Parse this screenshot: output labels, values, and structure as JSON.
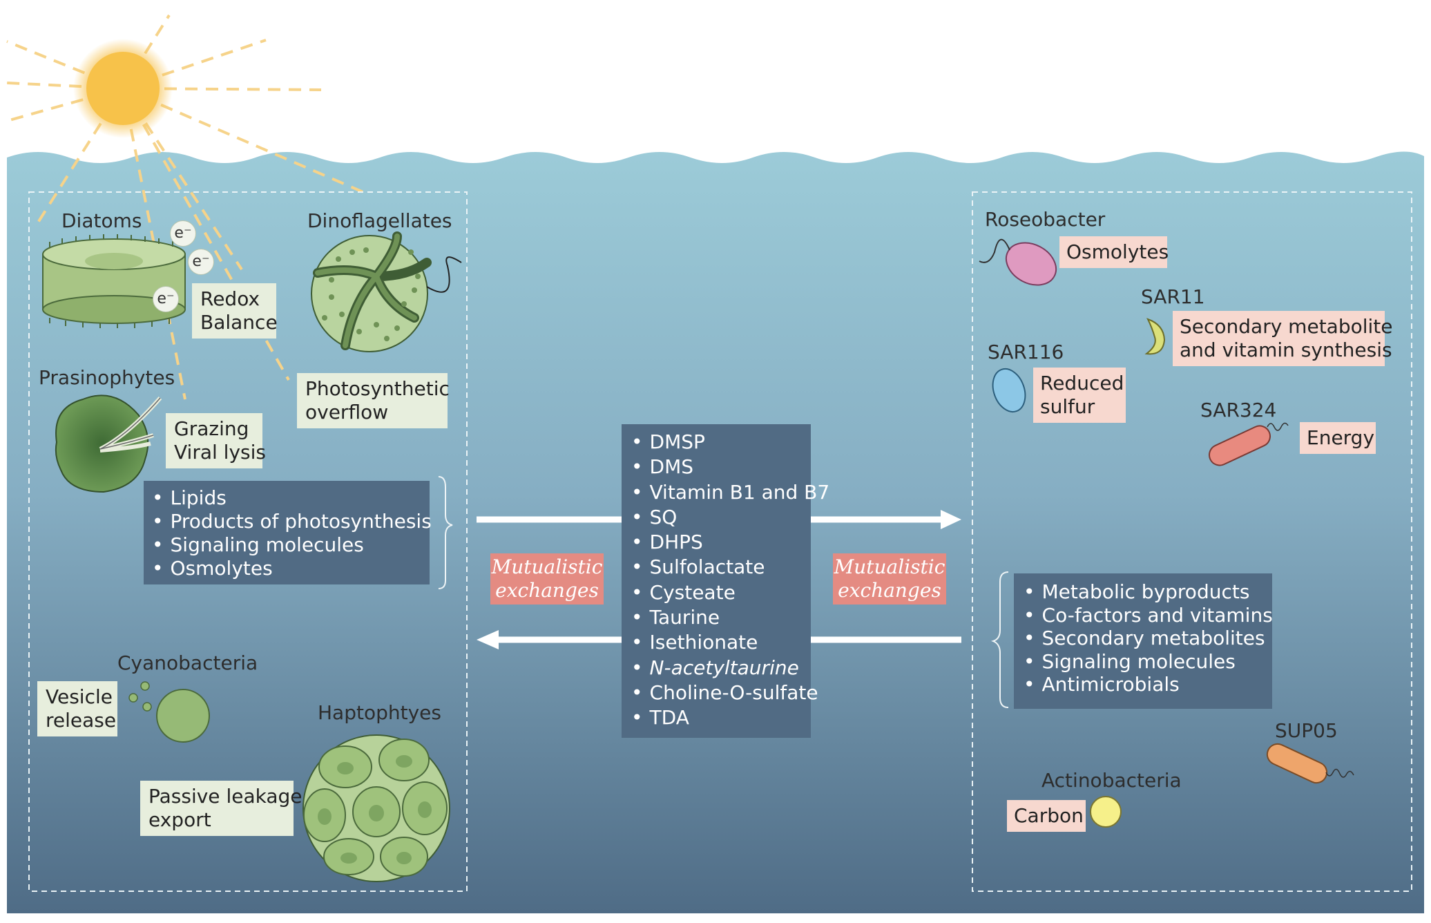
{
  "producers": {
    "diatoms": "Diatoms",
    "dinoflagellates": "Dinoflagellates",
    "prasinophytes": "Prasinophytes",
    "cyanobacteria": "Cyanobacteria",
    "haptophytes": "Haptophtyes",
    "electron": "e⁻"
  },
  "mechanisms": {
    "redox_balance": [
      "Redox",
      "Balance"
    ],
    "photosynthetic_overflow": [
      "Photosynthetic",
      "overflow"
    ],
    "grazing_viral_lysis": [
      "Grazing",
      "Viral lysis"
    ],
    "vesicle_release": [
      "Vesicle",
      "release"
    ],
    "passive_leakage": [
      "Passive leakage",
      "export"
    ]
  },
  "producer_products": [
    "Lipids",
    "Products of photosynthesis",
    "Signaling molecules",
    "Osmolytes"
  ],
  "exchange": {
    "label_left": [
      "Mutualistic",
      "exchanges"
    ],
    "label_right": [
      "Mutualistic",
      "exchanges"
    ],
    "compounds": [
      "DMSP",
      "DMS",
      "Vitamin B1 and B7",
      "SQ",
      "DHPS",
      "Sulfolactate",
      "Cysteate",
      "Taurine",
      "Isethionate",
      "N-acetyltaurine",
      "Choline-O-sulfate",
      "TDA"
    ]
  },
  "bacteria": {
    "roseobacter": "Roseobacter",
    "sar11": "SAR11",
    "sar116": "SAR116",
    "sar324": "SAR324",
    "sup05": "SUP05",
    "actinobacteria": "Actinobacteria"
  },
  "bacteria_roles": {
    "osmolytes": "Osmolytes",
    "secondary_metabolite": [
      "Secondary metabolite",
      "and vitamin synthesis"
    ],
    "reduced_sulfur": [
      "Reduced",
      "sulfur"
    ],
    "energy": "Energy",
    "carbon": "Carbon"
  },
  "bacteria_products": [
    "Metabolic byproducts",
    "Co-factors and vitamins",
    "Secondary metabolites",
    "Signaling molecules",
    "Antimicrobials"
  ],
  "colors": {
    "sun": "#f6c04a",
    "water_top": "#9ccbd8",
    "water_bottom": "#4f6c86",
    "green_box": "#e7eedd",
    "pink_box": "#f7d8cf",
    "mutualistic_box": "#e48b82",
    "dark_box": "#516b84"
  }
}
